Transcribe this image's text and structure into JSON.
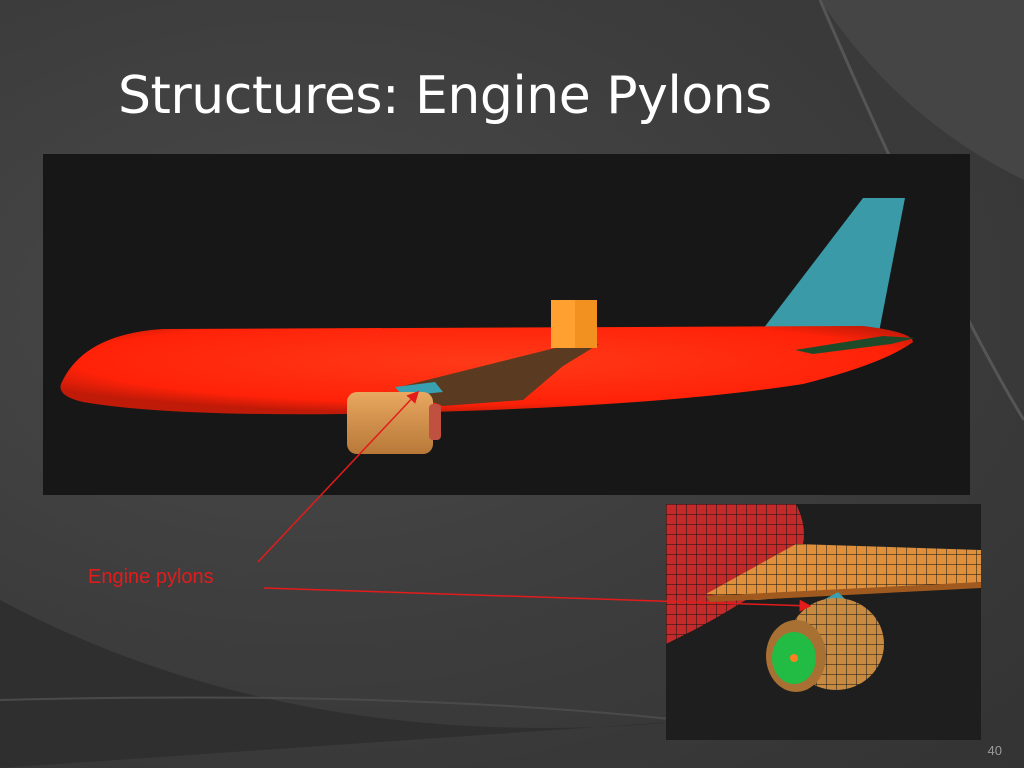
{
  "slide": {
    "title": "Structures: Engine Pylons",
    "callout": "Engine pylons",
    "page_number": "40"
  },
  "images": {
    "main": "aircraft-render",
    "inset": "wing-engine-mesh-closeup"
  },
  "colors": {
    "fuselage": "#ff2a10",
    "tail": "#3a9aa8",
    "engine": "#d8944a",
    "callout": "#e31b1b",
    "mesh_fan": "#22bb44"
  }
}
